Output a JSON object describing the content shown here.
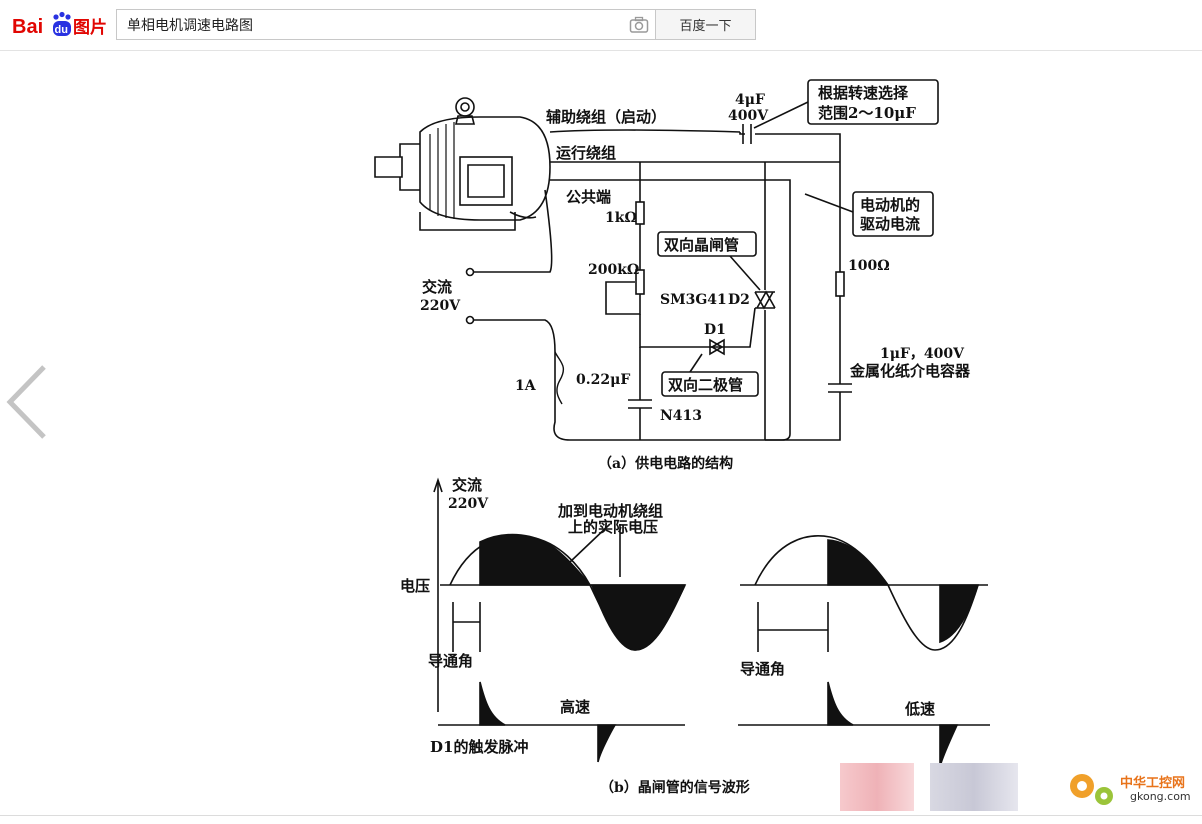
{
  "app": {
    "logo_text": "Bai",
    "logo_du": "du",
    "logo_suffix": "图片"
  },
  "search": {
    "query": "单相电机调速电路图",
    "button_label": "百度一下"
  },
  "icons": {
    "camera": "camera-icon",
    "prev": "chevron-left-icon"
  },
  "colors": {
    "brand_red": "#e10602",
    "brand_blue": "#2932e1",
    "accent_orange": "#e8731a"
  },
  "figure": {
    "aux_winding": "辅助绕组（启动）",
    "cap_value": "4μF",
    "cap_voltage": "400V",
    "speed_note_1": "根据转速选择",
    "speed_note_2": "范围2～10μF",
    "run_winding": "运行绕组",
    "common": "公共端",
    "drive_current_1": "电动机的",
    "drive_current_2": "驱动电流",
    "r1": "1kΩ",
    "triac_label": "双向晶闸管",
    "pot": "200kΩ",
    "triac_part": "SM3G41",
    "d2": "D2",
    "r100": "100Ω",
    "ac": "交流",
    "v220": "220V",
    "d1": "D1",
    "fuse": "1A",
    "c022": "0.22μF",
    "diac_label": "双向二极管",
    "cap_1uf": "1μF，400V",
    "cap_paper": "金属化纸介电容器",
    "n413": "N413",
    "caption_a": "（a）供电电路的结构",
    "voltage_axis": "电压",
    "actual_1": "加到电动机绕组",
    "actual_2": "上的实际电压",
    "conduction_1": "导通角",
    "conduction_2": "导通角",
    "high_speed": "高速",
    "low_speed": "低速",
    "trigger": "D1的触发脉冲",
    "caption_b": "（b）晶闸管的信号波形"
  },
  "watermark": {
    "name": "中华工控网",
    "site": "gkong.com"
  }
}
